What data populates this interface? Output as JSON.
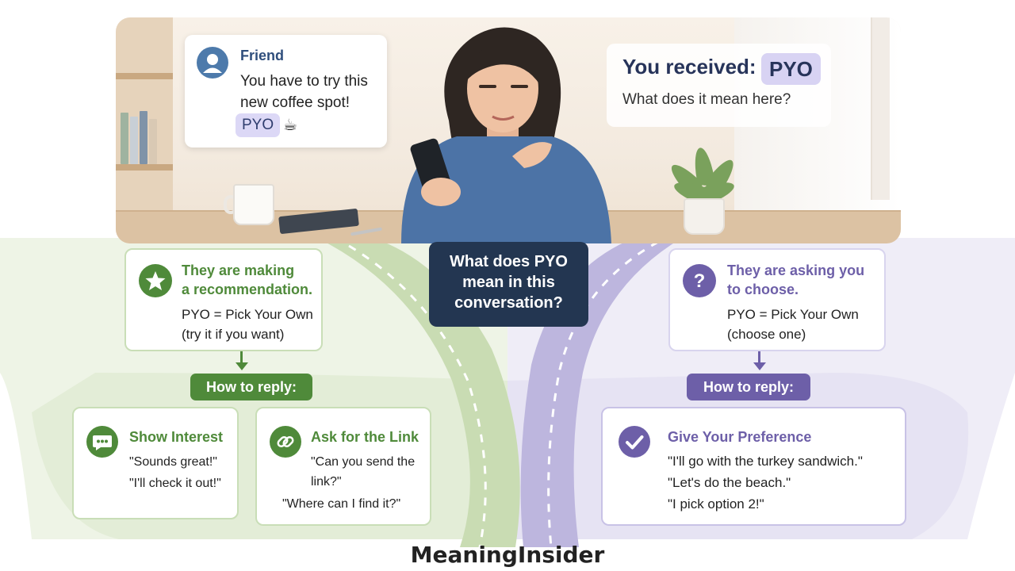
{
  "friend_message": {
    "sender": "Friend",
    "text": "You have to try this new coffee spot!",
    "chip": "PYO",
    "emoji": "☕"
  },
  "received": {
    "title": "You received:",
    "chip": "PYO",
    "subtitle": "What does it mean here?"
  },
  "center_question": {
    "lines": [
      "What does PYO",
      "mean in this",
      "conversation?"
    ]
  },
  "left_branch": {
    "title_lines": [
      "They are making",
      "a recommendation."
    ],
    "definition_lines": [
      "PYO = Pick Your Own",
      "(try it if you want)"
    ],
    "reply_label": "How to reply:",
    "replies": [
      {
        "title": "Show Interest",
        "lines": [
          "\"Sounds great!\"",
          "\"I'll check it out!\""
        ]
      },
      {
        "title": "Ask for the Link",
        "lines": [
          "\"Can you send the",
          "link?\"",
          "\"Where can I find it?\""
        ]
      }
    ],
    "color": "#4f8a3a"
  },
  "right_branch": {
    "title_lines": [
      "They are asking you",
      "to choose."
    ],
    "definition_lines": [
      "PYO = Pick Your Own",
      "(choose one)"
    ],
    "reply_label": "How to reply:",
    "replies": [
      {
        "title": "Give Your Preference",
        "lines": [
          "\"I'll go with the turkey sandwich.\"",
          "\"Let's do the beach.\"",
          "\"I pick option 2!\""
        ]
      }
    ],
    "color": "#6d5fa8"
  },
  "brand": "MeaningInsider",
  "icons": [
    "person-avatar-icon",
    "coffee-cup-icon",
    "star-icon",
    "question-mark-icon",
    "chat-bubble-icon",
    "link-icon",
    "checkmark-icon"
  ]
}
